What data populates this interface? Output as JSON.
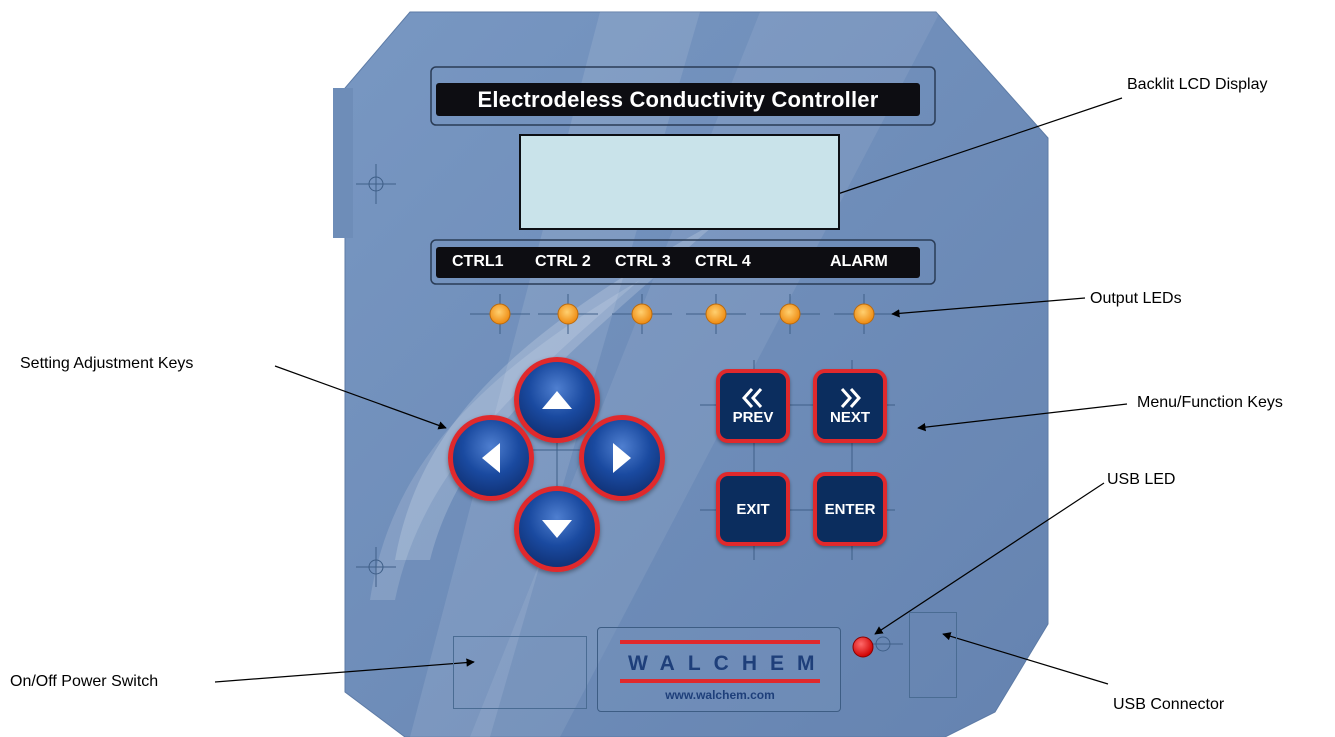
{
  "device": {
    "title": "Electrodeless Conductivity Controller",
    "led_labels": [
      "CTRL1",
      "CTRL 2",
      "CTRL 3",
      "CTRL 4",
      "ALARM"
    ],
    "keys": {
      "prev": "PREV",
      "next": "NEXT",
      "exit": "EXIT",
      "enter": "ENTER"
    },
    "logo": {
      "brand": "WALCHEM",
      "url": "www.walchem.com"
    }
  },
  "callouts": {
    "lcd": "Backlit LCD Display",
    "output_leds": "Output LEDs",
    "adjust_keys": "Setting Adjustment Keys",
    "menu_keys": "Menu/Function Keys",
    "usb_led": "USB LED",
    "power_switch": "On/Off Power Switch",
    "usb_connector": "USB Connector"
  },
  "colors": {
    "panel": "#6e8db8",
    "key_border": "#e0292c",
    "led_orange": "#f59a1a",
    "usb_led_red": "#e8141a"
  }
}
